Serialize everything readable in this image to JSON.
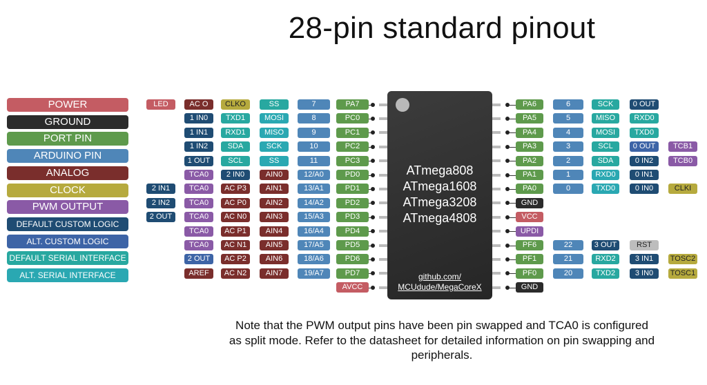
{
  "title": "28-pin standard pinout",
  "note": "Note that the PWM output pins have been pin swapped and TCA0 is configured as split mode. Refer to the datasheet for detailed information on pin swapping and peripherals.",
  "chip": {
    "names": [
      "ATmega808",
      "ATmega1608",
      "ATmega3208",
      "ATmega4808"
    ],
    "repo_line1": "github.com/",
    "repo_line2": "MCUdude/MegaCoreX"
  },
  "colors": {
    "power": "#c45c63",
    "ground": "#2b2b2b",
    "port": "#5e9a4c",
    "arduino": "#4f86b8",
    "analog": "#7a2e2c",
    "clock": "#b6aa3e",
    "pwm": "#8a5aa6",
    "logic_def": "#1f4c73",
    "logic_alt": "#3d64a6",
    "serial_def": "#28a8a0",
    "serial_alt": "#2aa8b2",
    "reset": "#bdbdbd"
  },
  "legend": [
    {
      "label": "POWER",
      "type": "power"
    },
    {
      "label": "GROUND",
      "type": "ground"
    },
    {
      "label": "PORT PIN",
      "type": "port"
    },
    {
      "label": "ARDUINO PIN",
      "type": "arduino"
    },
    {
      "label": "ANALOG",
      "type": "analog"
    },
    {
      "label": "CLOCK",
      "type": "clock"
    },
    {
      "label": "PWM OUTPUT",
      "type": "pwm"
    },
    {
      "label": "DEFAULT CUSTOM LOGIC",
      "type": "logic_def"
    },
    {
      "label": "ALT. CUSTOM LOGIC",
      "type": "logic_alt"
    },
    {
      "label": "DEFAULT SERIAL INTERFACE",
      "type": "serial_def"
    },
    {
      "label": "ALT. SERIAL INTERFACE",
      "type": "serial_alt"
    }
  ],
  "left_pins": [
    {
      "port": "PA7",
      "labels": [
        {
          "t": "7",
          "c": "arduino"
        },
        {
          "t": "SS",
          "c": "serial_def"
        },
        {
          "t": "CLKO",
          "c": "clock"
        },
        {
          "t": "AC O",
          "c": "analog"
        },
        {
          "t": "LED",
          "c": "power"
        }
      ]
    },
    {
      "port": "PC0",
      "labels": [
        {
          "t": "8",
          "c": "arduino"
        },
        {
          "t": "MOSI",
          "c": "serial_alt"
        },
        {
          "t": "TXD1",
          "c": "serial_def"
        },
        {
          "t": "1 IN0",
          "c": "logic_def"
        }
      ]
    },
    {
      "port": "PC1",
      "labels": [
        {
          "t": "9",
          "c": "arduino"
        },
        {
          "t": "MISO",
          "c": "serial_alt"
        },
        {
          "t": "RXD1",
          "c": "serial_def"
        },
        {
          "t": "1 IN1",
          "c": "logic_def"
        }
      ]
    },
    {
      "port": "PC2",
      "labels": [
        {
          "t": "10",
          "c": "arduino"
        },
        {
          "t": "SCK",
          "c": "serial_alt"
        },
        {
          "t": "SDA",
          "c": "serial_def"
        },
        {
          "t": "1 IN2",
          "c": "logic_def"
        }
      ]
    },
    {
      "port": "PC3",
      "labels": [
        {
          "t": "11",
          "c": "arduino"
        },
        {
          "t": "SS",
          "c": "serial_alt"
        },
        {
          "t": "SCL",
          "c": "serial_def"
        },
        {
          "t": "1 OUT",
          "c": "logic_def"
        }
      ]
    },
    {
      "port": "PD0",
      "labels": [
        {
          "t": "12/A0",
          "c": "arduino"
        },
        {
          "t": "AIN0",
          "c": "analog"
        },
        {
          "t": "2 IN0",
          "c": "logic_def"
        },
        {
          "t": "TCA0",
          "c": "pwm"
        }
      ]
    },
    {
      "port": "PD1",
      "labels": [
        {
          "t": "13/A1",
          "c": "arduino"
        },
        {
          "t": "AIN1",
          "c": "analog"
        },
        {
          "t": "AC P3",
          "c": "analog"
        },
        {
          "t": "TCA0",
          "c": "pwm"
        },
        {
          "t": "2 IN1",
          "c": "logic_def"
        }
      ]
    },
    {
      "port": "PD2",
      "labels": [
        {
          "t": "14/A2",
          "c": "arduino"
        },
        {
          "t": "AIN2",
          "c": "analog"
        },
        {
          "t": "AC P0",
          "c": "analog"
        },
        {
          "t": "TCA0",
          "c": "pwm"
        },
        {
          "t": "2 IN2",
          "c": "logic_def"
        }
      ]
    },
    {
      "port": "PD3",
      "labels": [
        {
          "t": "15/A3",
          "c": "arduino"
        },
        {
          "t": "AIN3",
          "c": "analog"
        },
        {
          "t": "AC N0",
          "c": "analog"
        },
        {
          "t": "TCA0",
          "c": "pwm"
        },
        {
          "t": "2 OUT",
          "c": "logic_def"
        }
      ]
    },
    {
      "port": "PD4",
      "labels": [
        {
          "t": "16/A4",
          "c": "arduino"
        },
        {
          "t": "AIN4",
          "c": "analog"
        },
        {
          "t": "AC P1",
          "c": "analog"
        },
        {
          "t": "TCA0",
          "c": "pwm"
        }
      ]
    },
    {
      "port": "PD5",
      "labels": [
        {
          "t": "17/A5",
          "c": "arduino"
        },
        {
          "t": "AIN5",
          "c": "analog"
        },
        {
          "t": "AC N1",
          "c": "analog"
        },
        {
          "t": "TCA0",
          "c": "pwm"
        }
      ]
    },
    {
      "port": "PD6",
      "labels": [
        {
          "t": "18/A6",
          "c": "arduino"
        },
        {
          "t": "AIN6",
          "c": "analog"
        },
        {
          "t": "AC P2",
          "c": "analog"
        },
        {
          "t": "2 OUT",
          "c": "logic_alt"
        }
      ]
    },
    {
      "port": "PD7",
      "labels": [
        {
          "t": "19/A7",
          "c": "arduino"
        },
        {
          "t": "AIN7",
          "c": "analog"
        },
        {
          "t": "AC N2",
          "c": "analog"
        },
        {
          "t": "AREF",
          "c": "analog"
        }
      ]
    },
    {
      "port": "AVCC",
      "type": "power",
      "labels": []
    }
  ],
  "right_pins": [
    {
      "port": "PA6",
      "labels": [
        {
          "t": "6",
          "c": "arduino"
        },
        {
          "t": "SCK",
          "c": "serial_def"
        },
        {
          "t": "0 OUT",
          "c": "logic_def"
        }
      ]
    },
    {
      "port": "PA5",
      "labels": [
        {
          "t": "5",
          "c": "arduino"
        },
        {
          "t": "MISO",
          "c": "serial_def"
        },
        {
          "t": "RXD0",
          "c": "serial_def"
        }
      ]
    },
    {
      "port": "PA4",
      "labels": [
        {
          "t": "4",
          "c": "arduino"
        },
        {
          "t": "MOSI",
          "c": "serial_def"
        },
        {
          "t": "TXD0",
          "c": "serial_def"
        }
      ]
    },
    {
      "port": "PA3",
      "labels": [
        {
          "t": "3",
          "c": "arduino"
        },
        {
          "t": "SCL",
          "c": "serial_def"
        },
        {
          "t": "0 OUT",
          "c": "logic_alt"
        },
        {
          "t": "TCB1",
          "c": "pwm"
        }
      ]
    },
    {
      "port": "PA2",
      "labels": [
        {
          "t": "2",
          "c": "arduino"
        },
        {
          "t": "SDA",
          "c": "serial_def"
        },
        {
          "t": "0 IN2",
          "c": "logic_def"
        },
        {
          "t": "TCB0",
          "c": "pwm"
        }
      ]
    },
    {
      "port": "PA1",
      "labels": [
        {
          "t": "1",
          "c": "arduino"
        },
        {
          "t": "RXD0",
          "c": "serial_alt"
        },
        {
          "t": "0 IN1",
          "c": "logic_def"
        }
      ]
    },
    {
      "port": "PA0",
      "labels": [
        {
          "t": "0",
          "c": "arduino"
        },
        {
          "t": "TXD0",
          "c": "serial_alt"
        },
        {
          "t": "0 IN0",
          "c": "logic_def"
        },
        {
          "t": "CLKI",
          "c": "clock"
        }
      ]
    },
    {
      "port": "GND",
      "type": "ground",
      "labels": []
    },
    {
      "port": "VCC",
      "type": "power",
      "labels": []
    },
    {
      "port": "UPDI",
      "type": "pwm",
      "labels": []
    },
    {
      "port": "PF6",
      "labels": [
        {
          "t": "22",
          "c": "arduino"
        },
        {
          "t": "3 OUT",
          "c": "logic_def"
        },
        {
          "t": "RST",
          "c": "reset"
        }
      ]
    },
    {
      "port": "PF1",
      "labels": [
        {
          "t": "21",
          "c": "arduino"
        },
        {
          "t": "RXD2",
          "c": "serial_def"
        },
        {
          "t": "3 IN1",
          "c": "logic_def"
        },
        {
          "t": "TOSC2",
          "c": "clock"
        }
      ]
    },
    {
      "port": "PF0",
      "labels": [
        {
          "t": "20",
          "c": "arduino"
        },
        {
          "t": "TXD2",
          "c": "serial_def"
        },
        {
          "t": "3 IN0",
          "c": "logic_def"
        },
        {
          "t": "TOSC1",
          "c": "clock"
        }
      ]
    },
    {
      "port": "GND",
      "type": "ground",
      "labels": []
    }
  ]
}
